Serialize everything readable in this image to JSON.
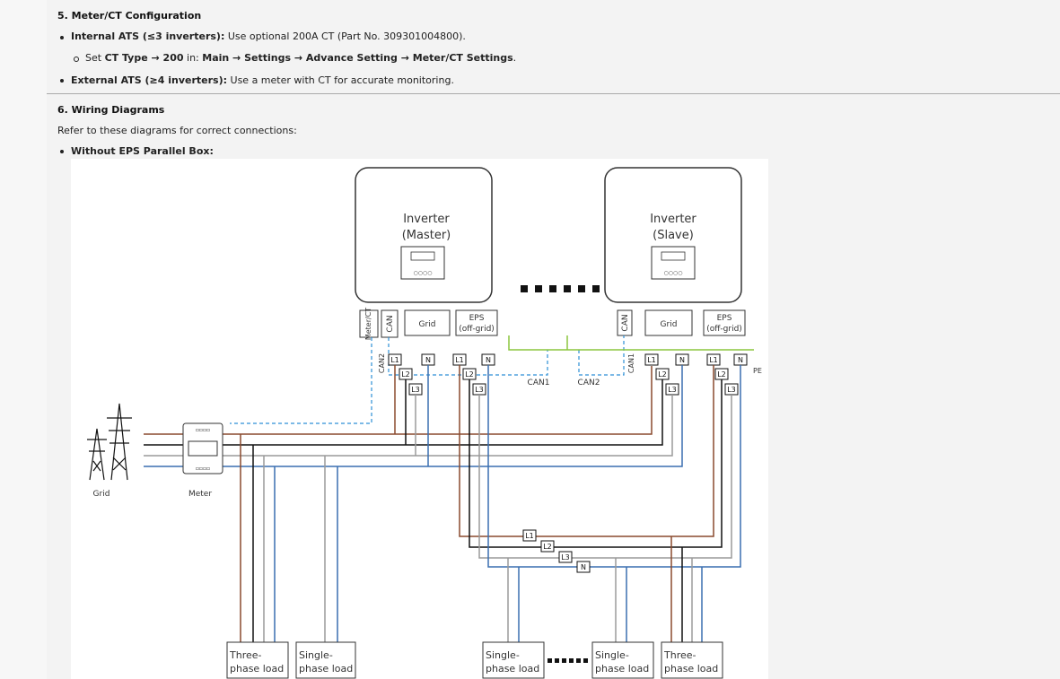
{
  "section5": {
    "heading": "5. Meter/CT Configuration",
    "internal_label": "Internal ATS (≤3 inverters):",
    "internal_text": " Use optional 200A CT (Part No. 309301004800).",
    "set_prefix": "Set ",
    "set_ct": "CT Type → 200",
    "set_in": " in: ",
    "set_path": "Main → Settings → Advance Setting → Meter/CT Settings",
    "set_end": ".",
    "external_label": "External ATS (≥4 inverters):",
    "external_text": " Use a meter with CT for accurate monitoring."
  },
  "section6": {
    "heading": "6. Wiring Diagrams",
    "intro": "Refer to these diagrams for correct connections:",
    "bullet": "Without EPS Parallel Box:"
  },
  "diagram": {
    "master_title_1": "Inverter",
    "master_title_2": "(Master)",
    "slave_title_1": "Inverter",
    "slave_title_2": "(Slave)",
    "meter_ct": "Meter/CT",
    "can": "CAN",
    "grid": "Grid",
    "eps_1": "EPS",
    "eps_2": "(off-grid)",
    "can1": "CAN1",
    "can2": "CAN2",
    "pe": "PE",
    "l1": "L1",
    "l2": "L2",
    "l3": "L3",
    "n": "N",
    "grid_label": "Grid",
    "meter_label": "Meter",
    "load_three_1": "Three-",
    "load_three_2": "phase load",
    "load_single_1": "Single-",
    "load_single_2": "phase load",
    "colors": {
      "brown": "#8a4a2e",
      "black": "#111111",
      "grey": "#9a9a9a",
      "blue": "#3a6fb0",
      "dashed_blue": "#2d8fd6",
      "green": "#8cc63f"
    }
  }
}
